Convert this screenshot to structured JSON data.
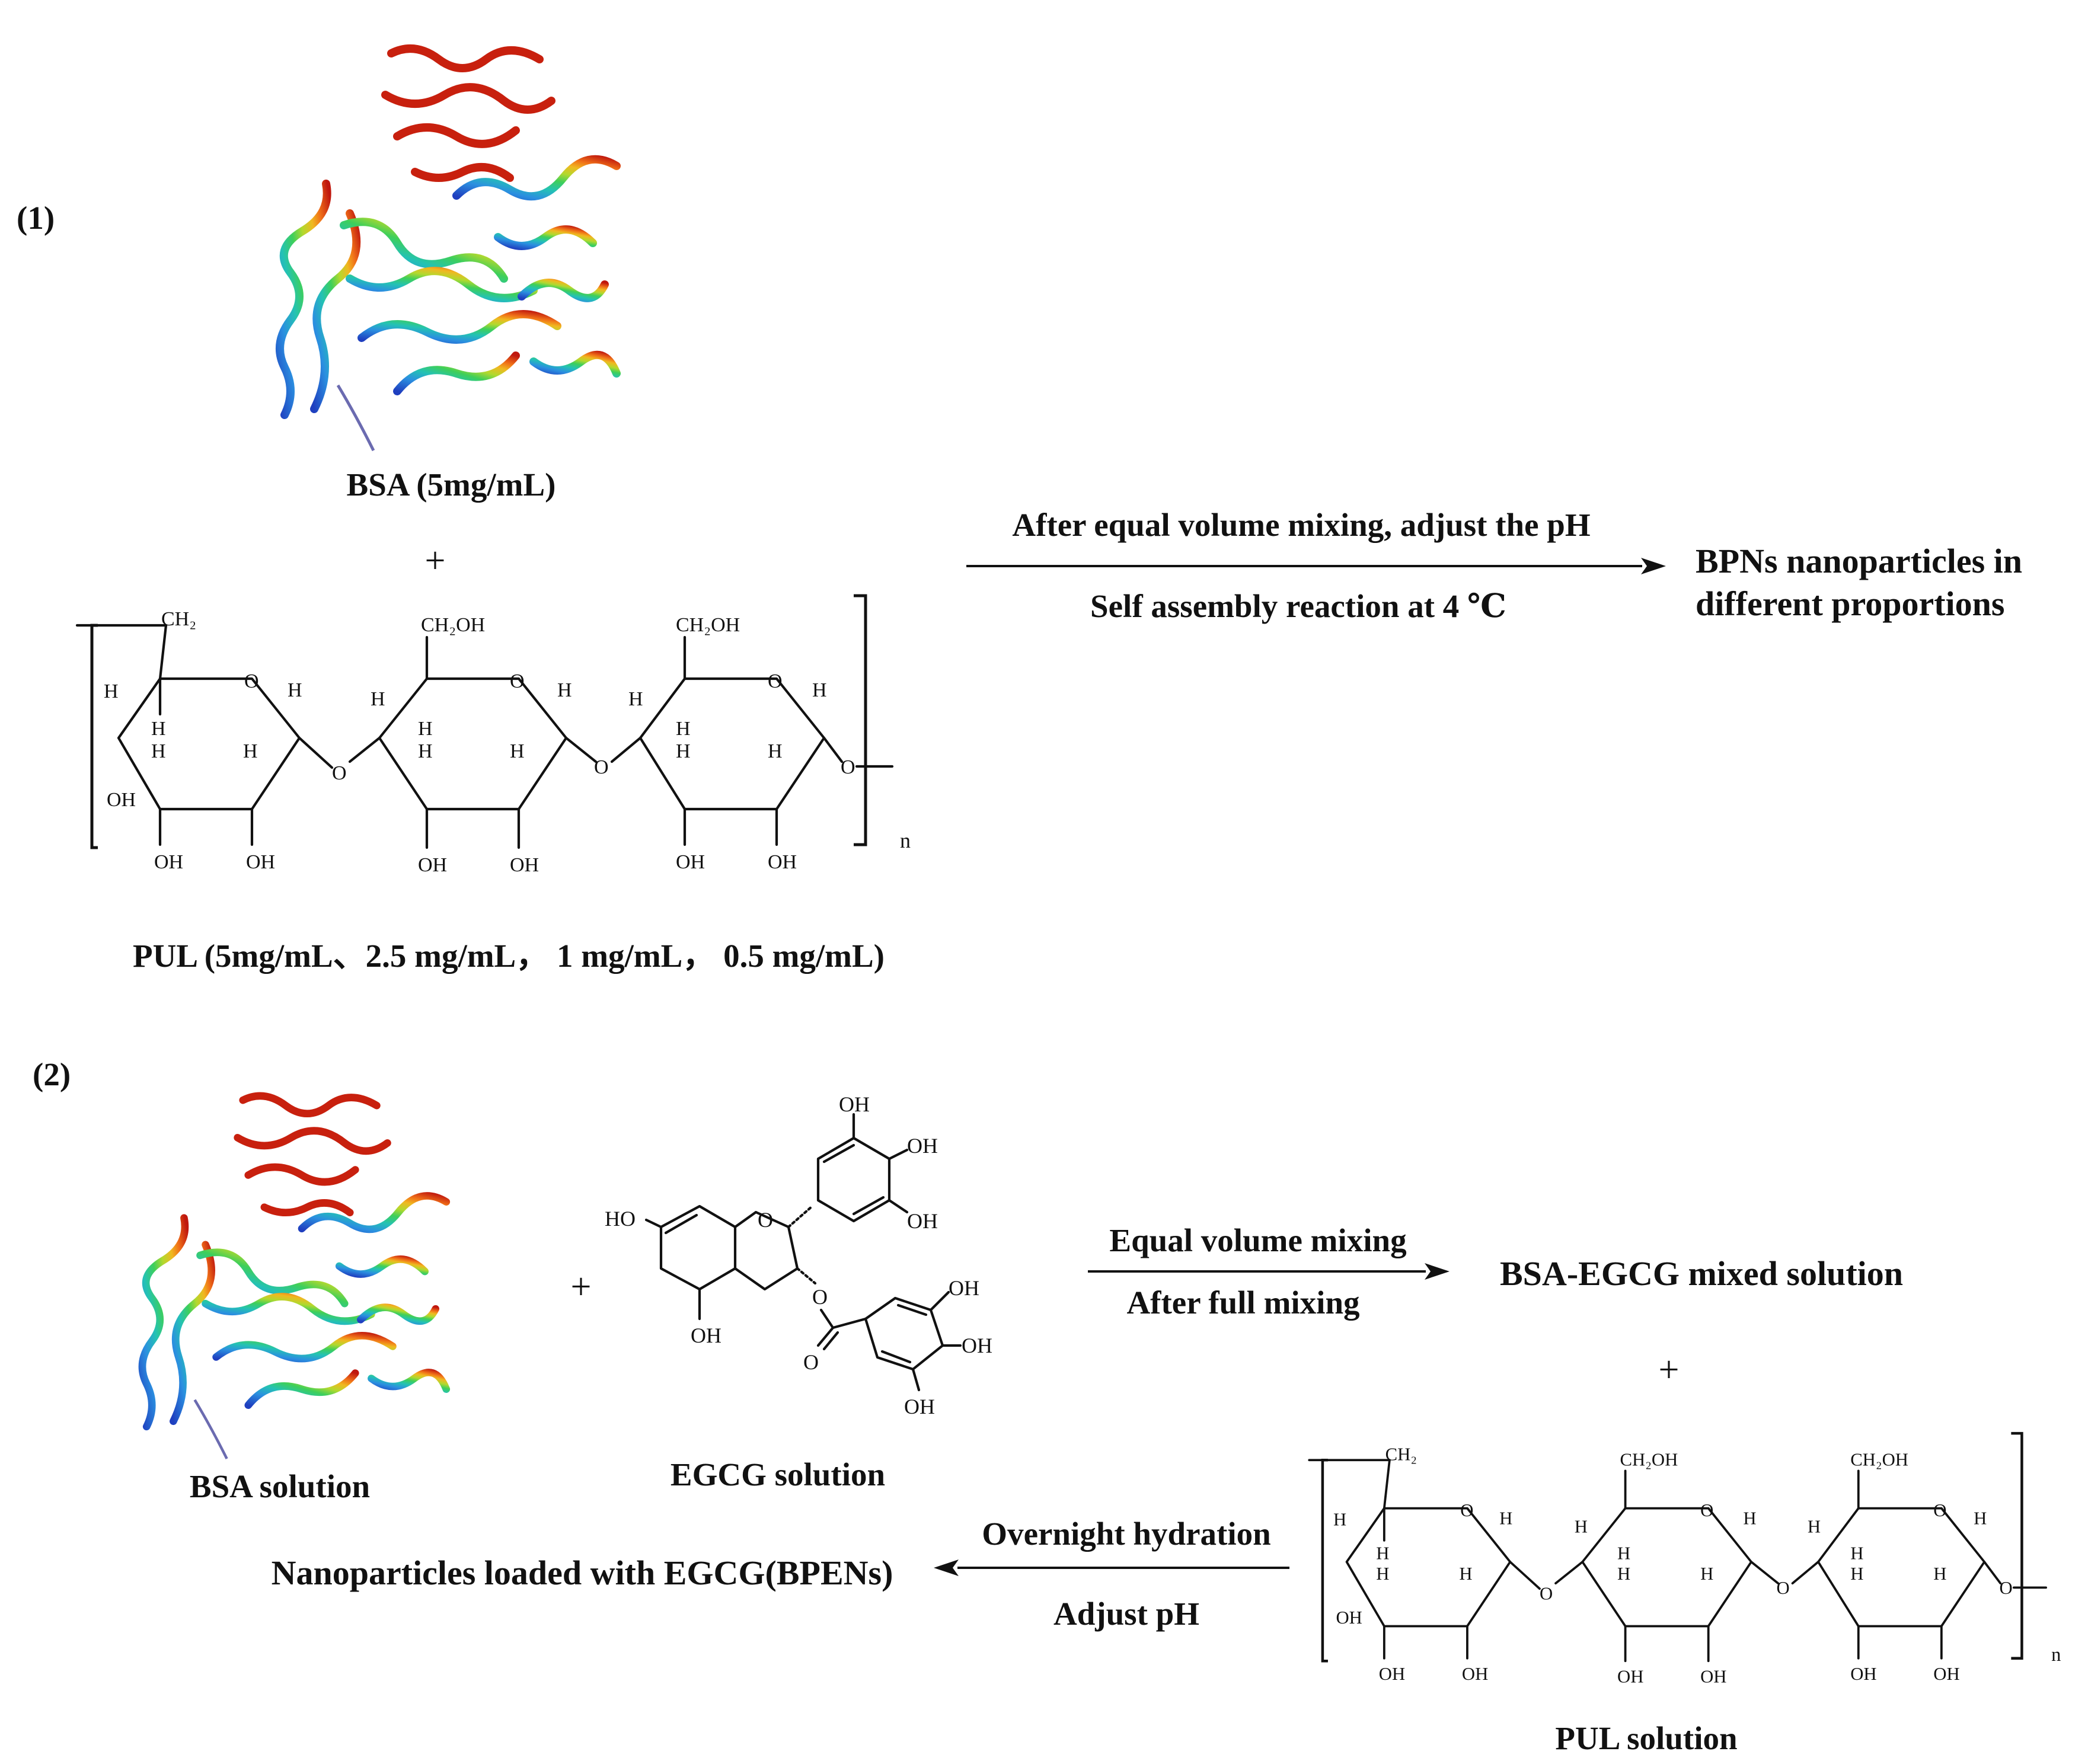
{
  "panel1": {
    "label": "(1)",
    "bsa_caption": "BSA (5mg/mL)",
    "plus": "+",
    "pul_caption": "PUL (5mg/mL、2.5 mg/mL，  1 mg/mL，  0.5 mg/mL)",
    "arrow_top": "After equal volume mixing, adjust the pH",
    "arrow_bottom": "Self assembly reaction at 4 ℃",
    "product_line1": "BPNs nanoparticles in",
    "product_line2": "different proportions"
  },
  "panel2": {
    "label": "(2)",
    "bsa_caption": "BSA solution",
    "plus1": "+",
    "egcg_caption": "EGCG solution",
    "arrow1_top": "Equal volume mixing",
    "arrow1_bottom": "After full mixing",
    "mixed": "BSA-EGCG mixed solution",
    "plus2": "+",
    "pul_caption": "PUL solution",
    "arrow2_top": "Overnight hydration",
    "arrow2_bottom": "Adjust pH",
    "product": "Nanoparticles loaded with EGCG(BPENs)"
  },
  "pullulan": {
    "ch2": "CH₂",
    "ch2oh": "CH₂OH",
    "o": "O",
    "h": "H",
    "oh": "OH",
    "n": "n"
  },
  "egcg": {
    "oh": "OH",
    "ho": "HO",
    "o": "O"
  },
  "colors": {
    "text": "#111111",
    "helix_gradient": [
      "#1f3fbf",
      "#2b7de0",
      "#26c4c4",
      "#3ecf5a",
      "#a4d930",
      "#f0c020",
      "#f07a18",
      "#c81c10"
    ]
  }
}
